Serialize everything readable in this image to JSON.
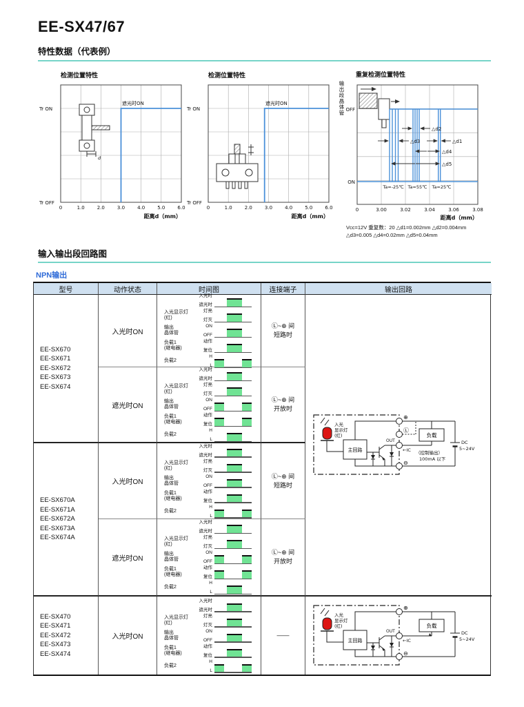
{
  "page": {
    "title": "EE-SX47/67",
    "section1": "特性数据（代表例）",
    "section2": "输入输出段回路图",
    "npn_label": "NPN输出"
  },
  "colors": {
    "accent_teal": "#76d4c8",
    "link_blue": "#2f6bd8",
    "chart_line_blue": "#4a90d9",
    "table_header_bg": "#cfe0f0",
    "pulse_green": "#70e394",
    "led_red": "#dd1512"
  },
  "chart_data": [
    {
      "type": "line",
      "title": "检测位置特性",
      "xlabel": "距离d（mm）",
      "x_ticks": [
        "0",
        "1.0",
        "2.0",
        "3.0",
        "4.0",
        "5.0",
        "6.0"
      ],
      "xlim": [
        0,
        6.0
      ],
      "y_on_label": "Tr ON",
      "y_off_label": "Tr OFF",
      "annotation": "遮光时ON",
      "grid": true,
      "series": [
        {
          "name": "输出晶体管",
          "step_at_mm": 3.0,
          "points": [
            [
              0,
              "Tr OFF"
            ],
            [
              3.0,
              "Tr OFF"
            ],
            [
              3.0,
              "Tr ON"
            ],
            [
              6.0,
              "Tr ON"
            ]
          ]
        }
      ]
    },
    {
      "type": "line",
      "title": "检测位置特性",
      "xlabel": "距离d（mm）",
      "x_ticks": [
        "0",
        "1.0",
        "2.0",
        "3.0",
        "4.0",
        "5.0",
        "6.0"
      ],
      "xlim": [
        0,
        6.0
      ],
      "y_on_label": "Tr ON",
      "y_off_label": "Tr OFF",
      "annotation": "遮光时ON",
      "grid": true,
      "series": [
        {
          "name": "输出晶体管",
          "step_at_mm": 2.8,
          "points": [
            [
              0,
              "Tr OFF"
            ],
            [
              2.8,
              "Tr OFF"
            ],
            [
              2.8,
              "Tr ON"
            ],
            [
              6.0,
              "Tr ON"
            ]
          ]
        }
      ]
    },
    {
      "type": "line",
      "title": "重复检测位置特性",
      "xlabel": "距离d（mm）",
      "ylabel": "输出段晶体管",
      "x_ticks": [
        "0",
        "3.00",
        "3.02",
        "3.04",
        "3.06",
        "3.08"
      ],
      "y_off_label": "OFF",
      "y_on_label": "ON",
      "grid": true,
      "temp_labels": [
        "Ta=-25℃",
        "Ta=55℃",
        "Ta=25℃"
      ],
      "clusters_mm": [
        [
          3.006,
          3.012
        ],
        [
          3.026,
          3.031
        ],
        [
          3.047,
          3.049
        ]
      ],
      "annotations": [
        "△d2",
        "△d3",
        "△d1",
        "△d4",
        "△d5"
      ],
      "caption_line1": "Vcc=12V 重复数：20 △d1=0.002mm △d2=0.004mm",
      "caption_line2": "△d3=0.005 △d4=0.02mm △d5=0.04mm",
      "values": {
        "d1": "0.002mm",
        "d2": "0.004mm",
        "d3": "0.005",
        "d4": "0.02mm",
        "d5": "0.04mm",
        "vcc": "12V",
        "repeat_count": "20"
      }
    }
  ],
  "table": {
    "headers": [
      "型号",
      "动作状态",
      "时间图",
      "连接端子",
      "输出回路"
    ],
    "timing": {
      "sig_light": "入光时",
      "sig_dark": "遮光时",
      "led_label": "入光显示灯\n(红)",
      "led_on": "灯亮",
      "led_off": "灯灭",
      "tr_label": "输出\n晶体管",
      "tr_on": "ON",
      "tr_off": "OFF",
      "load1_label": "负载1\n(继电器)",
      "load1_on": "动作",
      "load1_off": "复位",
      "load2_label": "负载2",
      "load2_on": "H",
      "load2_off": "L"
    },
    "groups": [
      {
        "models": [
          "EE-SX670",
          "EE-SX671",
          "EE-SX672",
          "EE-SX673",
          "EE-SX674"
        ],
        "rows": [
          {
            "state": "入光时ON",
            "terminal": "Ⓛ~⊕ 间\n短路时"
          },
          {
            "state": "遮光时ON",
            "terminal": "Ⓛ~⊕ 间\n开放时"
          }
        ]
      },
      {
        "models": [
          "EE-SX670A",
          "EE-SX671A",
          "EE-SX672A",
          "EE-SX673A",
          "EE-SX674A"
        ],
        "rows": [
          {
            "state": "入光时ON",
            "terminal": "Ⓛ~⊕ 间\n短路时"
          },
          {
            "state": "遮光时ON",
            "terminal": "Ⓛ~⊕ 间\n开放时"
          }
        ]
      },
      {
        "models": [
          "EE-SX470",
          "EE-SX471",
          "EE-SX472",
          "EE-SX473",
          "EE-SX474"
        ],
        "rows": [
          {
            "state": "入光时ON",
            "terminal": "——"
          }
        ]
      }
    ],
    "circuit": {
      "led1": "入光",
      "led2": "显示灯",
      "led3": "(红)",
      "main_box": "主回路",
      "load_box": "负载",
      "out": "OUT",
      "ic": "←IC",
      "ctrl1": "（控制输出）",
      "ctrl2": "100mA 以下",
      "dc": "DC",
      "dc_range": "5~24V",
      "plus": "⊕",
      "minus": "⊖",
      "l_term": "Ⓛ"
    }
  }
}
